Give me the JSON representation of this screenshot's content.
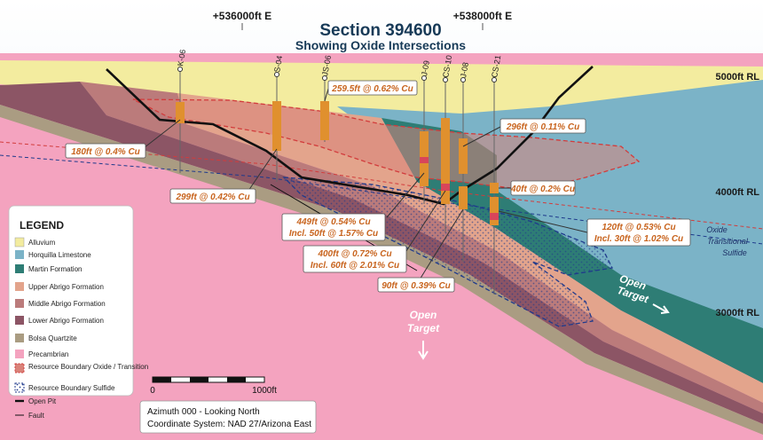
{
  "title": "Section 394600",
  "subtitle": "Showing Oxide Intersections",
  "eastings": [
    "+536000ft E",
    "+538000ft E"
  ],
  "elevations": [
    "5000ft RL",
    "4000ft RL",
    "3000ft RL"
  ],
  "drillholes": [
    "K-06",
    "S-04",
    "JS-06",
    "J-09",
    "CS-10",
    "J-08",
    "CS-21"
  ],
  "intercepts": [
    {
      "line1": "259.5ft @ 0.62% Cu"
    },
    {
      "line1": "296ft @ 0.11% Cu"
    },
    {
      "line1": "180ft @ 0.4% Cu"
    },
    {
      "line1": "299ft @ 0.42% Cu"
    },
    {
      "line1": "40ft @ 0.2% Cu"
    },
    {
      "line1": "449ft @ 0.54% Cu",
      "line2": "Incl. 50ft @ 1.57% Cu"
    },
    {
      "line1": "120ft @ 0.53% Cu",
      "line2": "Incl. 30ft @ 1.02% Cu"
    },
    {
      "line1": "400ft @ 0.72% Cu",
      "line2": "Incl. 60ft @ 2.01% Cu"
    },
    {
      "line1": "90ft @ 0.39% Cu"
    }
  ],
  "zone_labels": {
    "oxide": "Oxide",
    "transitional": "Transitional",
    "sulfide": "Sulfide"
  },
  "open_target_label": [
    "Open",
    "Target"
  ],
  "legend": {
    "title": "LEGEND",
    "items": [
      {
        "label": "Alluvium",
        "color": "#f3ec9f"
      },
      {
        "label": "Horquilla Limestone",
        "color": "#7bb3c7"
      },
      {
        "label": "Martin Formation",
        "color": "#2e7d75"
      },
      {
        "label": "Upper Abrigo Formation",
        "color": "#e3a48c"
      },
      {
        "label": "Middle Abrigo Formation",
        "color": "#bb7b7b"
      },
      {
        "label": "Lower Abrigo Formation",
        "color": "#8c5565"
      },
      {
        "label": "Bolsa Quartzite",
        "color": "#aa9c82"
      },
      {
        "label": "Precambrian",
        "color": "#f4a3bf"
      },
      {
        "label": "Resource Boundary Oxide / Transition",
        "color": "#d23c3c"
      },
      {
        "label": "Resource Boundary Sulfide",
        "color": "#1f3a8c"
      },
      {
        "label": "Open Pit",
        "color": "#111111"
      },
      {
        "label": "Fault",
        "color": "#111111"
      }
    ]
  },
  "scale": {
    "start": "0",
    "end": "1000ft"
  },
  "info": {
    "line1": "Azimuth 000 - Looking North",
    "line2": "Coordinate System: NAD 27/Arizona East"
  }
}
